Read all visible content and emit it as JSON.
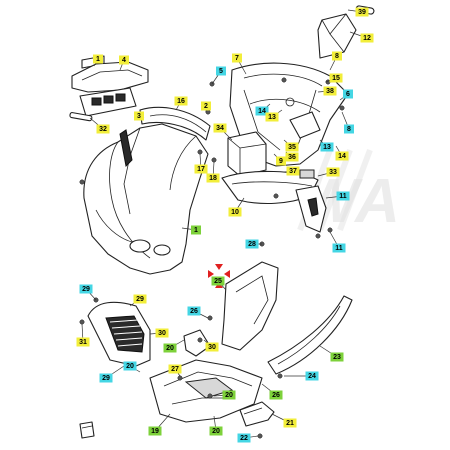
{
  "watermark": "WA",
  "colors": {
    "yellow_tag": "#f2ee3a",
    "cyan_tag": "#44d6e4",
    "green_tag": "#7dd13a",
    "red_marker": "#e02020"
  },
  "callouts": [
    {
      "label": "39",
      "color": "yellow"
    },
    {
      "label": "12",
      "color": "yellow"
    },
    {
      "label": "8",
      "color": "yellow"
    },
    {
      "label": "7",
      "color": "yellow"
    },
    {
      "label": "15",
      "color": "yellow"
    },
    {
      "label": "38",
      "color": "yellow"
    },
    {
      "label": "5",
      "color": "cyan"
    },
    {
      "label": "6",
      "color": "cyan"
    },
    {
      "label": "14",
      "color": "cyan"
    },
    {
      "label": "13",
      "color": "yellow"
    },
    {
      "label": "8",
      "color": "cyan"
    },
    {
      "label": "4",
      "color": "yellow"
    },
    {
      "label": "1",
      "color": "yellow"
    },
    {
      "label": "34",
      "color": "yellow"
    },
    {
      "label": "16",
      "color": "yellow"
    },
    {
      "label": "2",
      "color": "yellow"
    },
    {
      "label": "3",
      "color": "yellow"
    },
    {
      "label": "32",
      "color": "yellow"
    },
    {
      "label": "35",
      "color": "yellow"
    },
    {
      "label": "36",
      "color": "yellow"
    },
    {
      "label": "13",
      "color": "cyan"
    },
    {
      "label": "14",
      "color": "yellow"
    },
    {
      "label": "9",
      "color": "yellow"
    },
    {
      "label": "18",
      "color": "yellow"
    },
    {
      "label": "17",
      "color": "yellow"
    },
    {
      "label": "37",
      "color": "yellow"
    },
    {
      "label": "33",
      "color": "yellow"
    },
    {
      "label": "11",
      "color": "cyan"
    },
    {
      "label": "10",
      "color": "yellow"
    },
    {
      "label": "1",
      "color": "green"
    },
    {
      "label": "28",
      "color": "cyan"
    },
    {
      "label": "11",
      "color": "cyan"
    },
    {
      "label": "25",
      "color": "green"
    },
    {
      "label": "29",
      "color": "cyan"
    },
    {
      "label": "29",
      "color": "yellow"
    },
    {
      "label": "30",
      "color": "yellow"
    },
    {
      "label": "31",
      "color": "yellow"
    },
    {
      "label": "26",
      "color": "cyan"
    },
    {
      "label": "30",
      "color": "yellow"
    },
    {
      "label": "20",
      "color": "green"
    },
    {
      "label": "29",
      "color": "cyan"
    },
    {
      "label": "20",
      "color": "cyan"
    },
    {
      "label": "27",
      "color": "yellow"
    },
    {
      "label": "23",
      "color": "green"
    },
    {
      "label": "24",
      "color": "cyan"
    },
    {
      "label": "26",
      "color": "green"
    },
    {
      "label": "20",
      "color": "green"
    },
    {
      "label": "19",
      "color": "green"
    },
    {
      "label": "20",
      "color": "green"
    },
    {
      "label": "21",
      "color": "yellow"
    },
    {
      "label": "22",
      "color": "cyan"
    }
  ]
}
